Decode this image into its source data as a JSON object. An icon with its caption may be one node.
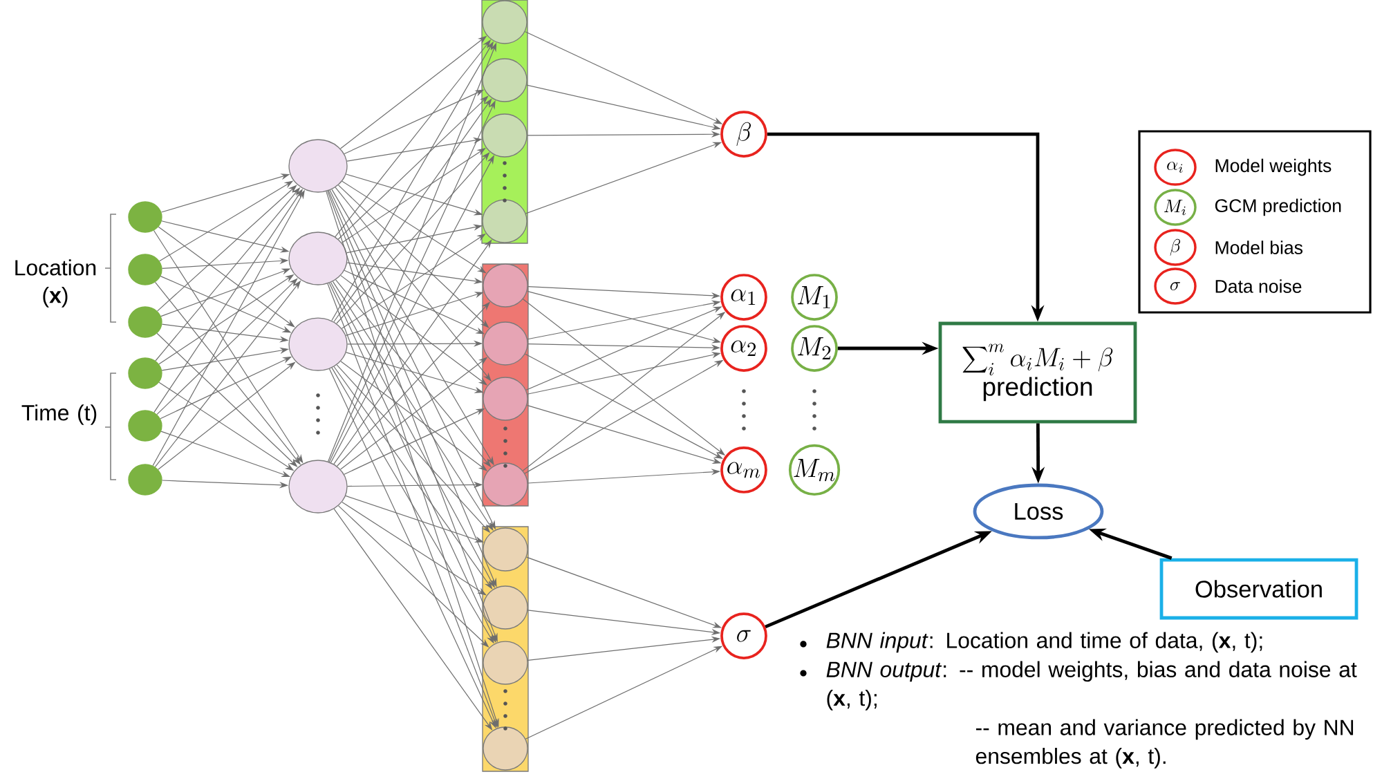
{
  "diagram": {
    "nodes": [
      {
        "text": [],
        "shape": "circle"
      },
      {
        "text": [],
        "shape": "circle"
      },
      {
        "text": [],
        "shape": "circle"
      },
      {
        "text": [],
        "shape": "circle"
      },
      {
        "text": [],
        "shape": "circle"
      },
      {
        "text": [],
        "shape": "circle"
      },
      {
        "text": [],
        "shape": "circle"
      },
      {
        "text": [],
        "shape": "circle"
      },
      {
        "text": [],
        "shape": "circle"
      },
      {
        "text": [],
        "shape": "circle"
      },
      {
        "text": [],
        "shape": "box"
      },
      {
        "text": [],
        "shape": "circle",
        "in": 10
      },
      {
        "text": [],
        "shape": "circle",
        "in": 10
      },
      {
        "text": [],
        "shape": "circle",
        "in": 10
      },
      {
        "text": [],
        "shape": "circle",
        "in": 10
      },
      {
        "text": [],
        "shape": "box"
      },
      {
        "text": [],
        "shape": "circle",
        "in": 15
      },
      {
        "text": [],
        "shape": "circle",
        "in": 15
      },
      {
        "text": [],
        "shape": "circle",
        "in": 15
      },
      {
        "text": [],
        "shape": "circle",
        "in": 15
      },
      {
        "text": [],
        "shape": "box"
      },
      {
        "text": [],
        "shape": "circle",
        "in": 20
      },
      {
        "text": [],
        "shape": "circle",
        "in": 20
      },
      {
        "text": [],
        "shape": "circle",
        "in": 20
      },
      {
        "text": [],
        "shape": "circle",
        "in": 20
      },
      {
        "text": [
          "\\beta"
        ]
      },
      {
        "text": [
          "\\alpha_1"
        ]
      },
      {
        "text": [
          "\\alpha_2"
        ]
      },
      {
        "text": [
          "\\alpha_m"
        ]
      },
      {
        "text": [
          "M_1"
        ]
      },
      {
        "text": [
          "M_2"
        ]
      },
      {
        "text": [
          "M_m"
        ]
      },
      {
        "text": [
          "\\sigma"
        ]
      },
      {
        "text": [
          "\\sum\\nolimits_{i}^{m} \\alpha_i M_i + \\beta",
          "prediction"
        ]
      },
      {
        "text": [
          "Loss"
        ]
      },
      {
        "text": [
          "Observation"
        ]
      }
    ],
    "edges": [
      {
        "from": 0,
        "to": 6,
        "arrow": "to"
      },
      {
        "from": 0,
        "to": 7,
        "arrow": "to"
      },
      {
        "from": 0,
        "to": 8,
        "arrow": "to"
      },
      {
        "from": 0,
        "to": 9,
        "arrow": "to"
      },
      {
        "from": 1,
        "to": 6,
        "arrow": "to"
      },
      {
        "from": 1,
        "to": 7,
        "arrow": "to"
      },
      {
        "from": 1,
        "to": 8,
        "arrow": "to"
      },
      {
        "from": 1,
        "to": 9,
        "arrow": "to"
      },
      {
        "from": 2,
        "to": 6,
        "arrow": "to"
      },
      {
        "from": 2,
        "to": 7,
        "arrow": "to"
      },
      {
        "from": 2,
        "to": 8,
        "arrow": "to"
      },
      {
        "from": 2,
        "to": 9,
        "arrow": "to"
      },
      {
        "from": 3,
        "to": 6,
        "arrow": "to"
      },
      {
        "from": 3,
        "to": 7,
        "arrow": "to"
      },
      {
        "from": 3,
        "to": 8,
        "arrow": "to"
      },
      {
        "from": 3,
        "to": 9,
        "arrow": "to"
      },
      {
        "from": 4,
        "to": 6,
        "arrow": "to"
      },
      {
        "from": 4,
        "to": 7,
        "arrow": "to"
      },
      {
        "from": 4,
        "to": 8,
        "arrow": "to"
      },
      {
        "from": 4,
        "to": 9,
        "arrow": "to"
      },
      {
        "from": 5,
        "to": 6,
        "arrow": "to"
      },
      {
        "from": 5,
        "to": 7,
        "arrow": "to"
      },
      {
        "from": 5,
        "to": 8,
        "arrow": "to"
      },
      {
        "from": 5,
        "to": 9,
        "arrow": "to"
      },
      {
        "from": 6,
        "to": 11,
        "arrow": "to"
      },
      {
        "from": 6,
        "to": 12,
        "arrow": "to"
      },
      {
        "from": 6,
        "to": 13,
        "arrow": "to"
      },
      {
        "from": 6,
        "to": 14,
        "arrow": "to"
      },
      {
        "from": 6,
        "to": 16,
        "arrow": "to"
      },
      {
        "from": 6,
        "to": 17,
        "arrow": "to"
      },
      {
        "from": 6,
        "to": 18,
        "arrow": "to"
      },
      {
        "from": 6,
        "to": 19,
        "arrow": "to"
      },
      {
        "from": 6,
        "to": 21,
        "arrow": "to"
      },
      {
        "from": 6,
        "to": 22,
        "arrow": "to"
      },
      {
        "from": 6,
        "to": 23,
        "arrow": "to"
      },
      {
        "from": 6,
        "to": 24,
        "arrow": "to"
      },
      {
        "from": 7,
        "to": 11,
        "arrow": "to"
      },
      {
        "from": 7,
        "to": 12,
        "arrow": "to"
      },
      {
        "from": 7,
        "to": 13,
        "arrow": "to"
      },
      {
        "from": 7,
        "to": 14,
        "arrow": "to"
      },
      {
        "from": 7,
        "to": 16,
        "arrow": "to"
      },
      {
        "from": 7,
        "to": 17,
        "arrow": "to"
      },
      {
        "from": 7,
        "to": 18,
        "arrow": "to"
      },
      {
        "from": 7,
        "to": 19,
        "arrow": "to"
      },
      {
        "from": 7,
        "to": 21,
        "arrow": "to"
      },
      {
        "from": 7,
        "to": 22,
        "arrow": "to"
      },
      {
        "from": 7,
        "to": 23,
        "arrow": "to"
      },
      {
        "from": 7,
        "to": 24,
        "arrow": "to"
      },
      {
        "from": 8,
        "to": 11,
        "arrow": "to"
      },
      {
        "from": 8,
        "to": 12,
        "arrow": "to"
      },
      {
        "from": 8,
        "to": 13,
        "arrow": "to"
      },
      {
        "from": 8,
        "to": 14,
        "arrow": "to"
      },
      {
        "from": 8,
        "to": 16,
        "arrow": "to"
      },
      {
        "from": 8,
        "to": 17,
        "arrow": "to"
      },
      {
        "from": 8,
        "to": 18,
        "arrow": "to"
      },
      {
        "from": 8,
        "to": 19,
        "arrow": "to"
      },
      {
        "from": 8,
        "to": 21,
        "arrow": "to"
      },
      {
        "from": 8,
        "to": 22,
        "arrow": "to"
      },
      {
        "from": 8,
        "to": 23,
        "arrow": "to"
      },
      {
        "from": 8,
        "to": 24,
        "arrow": "to"
      },
      {
        "from": 9,
        "to": 11,
        "arrow": "to"
      },
      {
        "from": 9,
        "to": 12,
        "arrow": "to"
      },
      {
        "from": 9,
        "to": 13,
        "arrow": "to"
      },
      {
        "from": 9,
        "to": 14,
        "arrow": "to"
      },
      {
        "from": 9,
        "to": 16,
        "arrow": "to"
      },
      {
        "from": 9,
        "to": 17,
        "arrow": "to"
      },
      {
        "from": 9,
        "to": 18,
        "arrow": "to"
      },
      {
        "from": 9,
        "to": 19,
        "arrow": "to"
      },
      {
        "from": 9,
        "to": 21,
        "arrow": "to"
      },
      {
        "from": 9,
        "to": 22,
        "arrow": "to"
      },
      {
        "from": 9,
        "to": 23,
        "arrow": "to"
      },
      {
        "from": 9,
        "to": 24,
        "arrow": "to"
      },
      {
        "from": 11,
        "to": 25,
        "arrow": "to"
      },
      {
        "from": 12,
        "to": 25,
        "arrow": "to"
      },
      {
        "from": 13,
        "to": 25,
        "arrow": "to"
      },
      {
        "from": 14,
        "to": 25,
        "arrow": "to"
      },
      {
        "from": 16,
        "to": 26,
        "arrow": "to"
      },
      {
        "from": 16,
        "to": 27,
        "arrow": "to"
      },
      {
        "from": 16,
        "to": 28,
        "arrow": "to"
      },
      {
        "from": 17,
        "to": 26,
        "arrow": "to"
      },
      {
        "from": 17,
        "to": 27,
        "arrow": "to"
      },
      {
        "from": 17,
        "to": 28,
        "arrow": "to"
      },
      {
        "from": 18,
        "to": 26,
        "arrow": "to"
      },
      {
        "from": 18,
        "to": 27,
        "arrow": "to"
      },
      {
        "from": 18,
        "to": 28,
        "arrow": "to"
      },
      {
        "from": 19,
        "to": 26,
        "arrow": "to"
      },
      {
        "from": 19,
        "to": 27,
        "arrow": "to"
      },
      {
        "from": 19,
        "to": 28,
        "arrow": "to"
      },
      {
        "from": 21,
        "to": 32,
        "arrow": "to"
      },
      {
        "from": 22,
        "to": 32,
        "arrow": "to"
      },
      {
        "from": 23,
        "to": 32,
        "arrow": "to"
      },
      {
        "from": 24,
        "to": 32,
        "arrow": "to"
      },
      {
        "from": 25,
        "to": 33,
        "arrow": "to",
        "style": "thick",
        "color": "#000000"
      },
      {
        "from": 30,
        "to": 33,
        "arrow": "to",
        "style": "thick",
        "color": "#000000"
      },
      {
        "from": 33,
        "to": 34,
        "arrow": "to",
        "style": "thick",
        "color": "#000000"
      },
      {
        "from": 32,
        "to": 34,
        "arrow": "to",
        "style": "thick",
        "color": "#000000"
      },
      {
        "from": 35,
        "to": 34,
        "arrow": "to",
        "style": "thick",
        "color": "#000000"
      }
    ],
    "labels": [
      "\\alpha_i",
      "M_i",
      "\\beta",
      "\\sigma",
      "Location (**x**)",
      "Time (t)",
      "*BNN input*: Location and time of data, (**x**, t);",
      "*BNN output*: -- model weights, bias and data noise at (**x**, t);",
      "-- mean and variance predicted by NN ensembles at (**x**, t)."
    ],
    "legend": [
      {
        "text": "Model weights"
      },
      {
        "text": "GCM prediction"
      },
      {
        "text": "Model bias"
      },
      {
        "text": "Data noise"
      }
    ]
  }
}
